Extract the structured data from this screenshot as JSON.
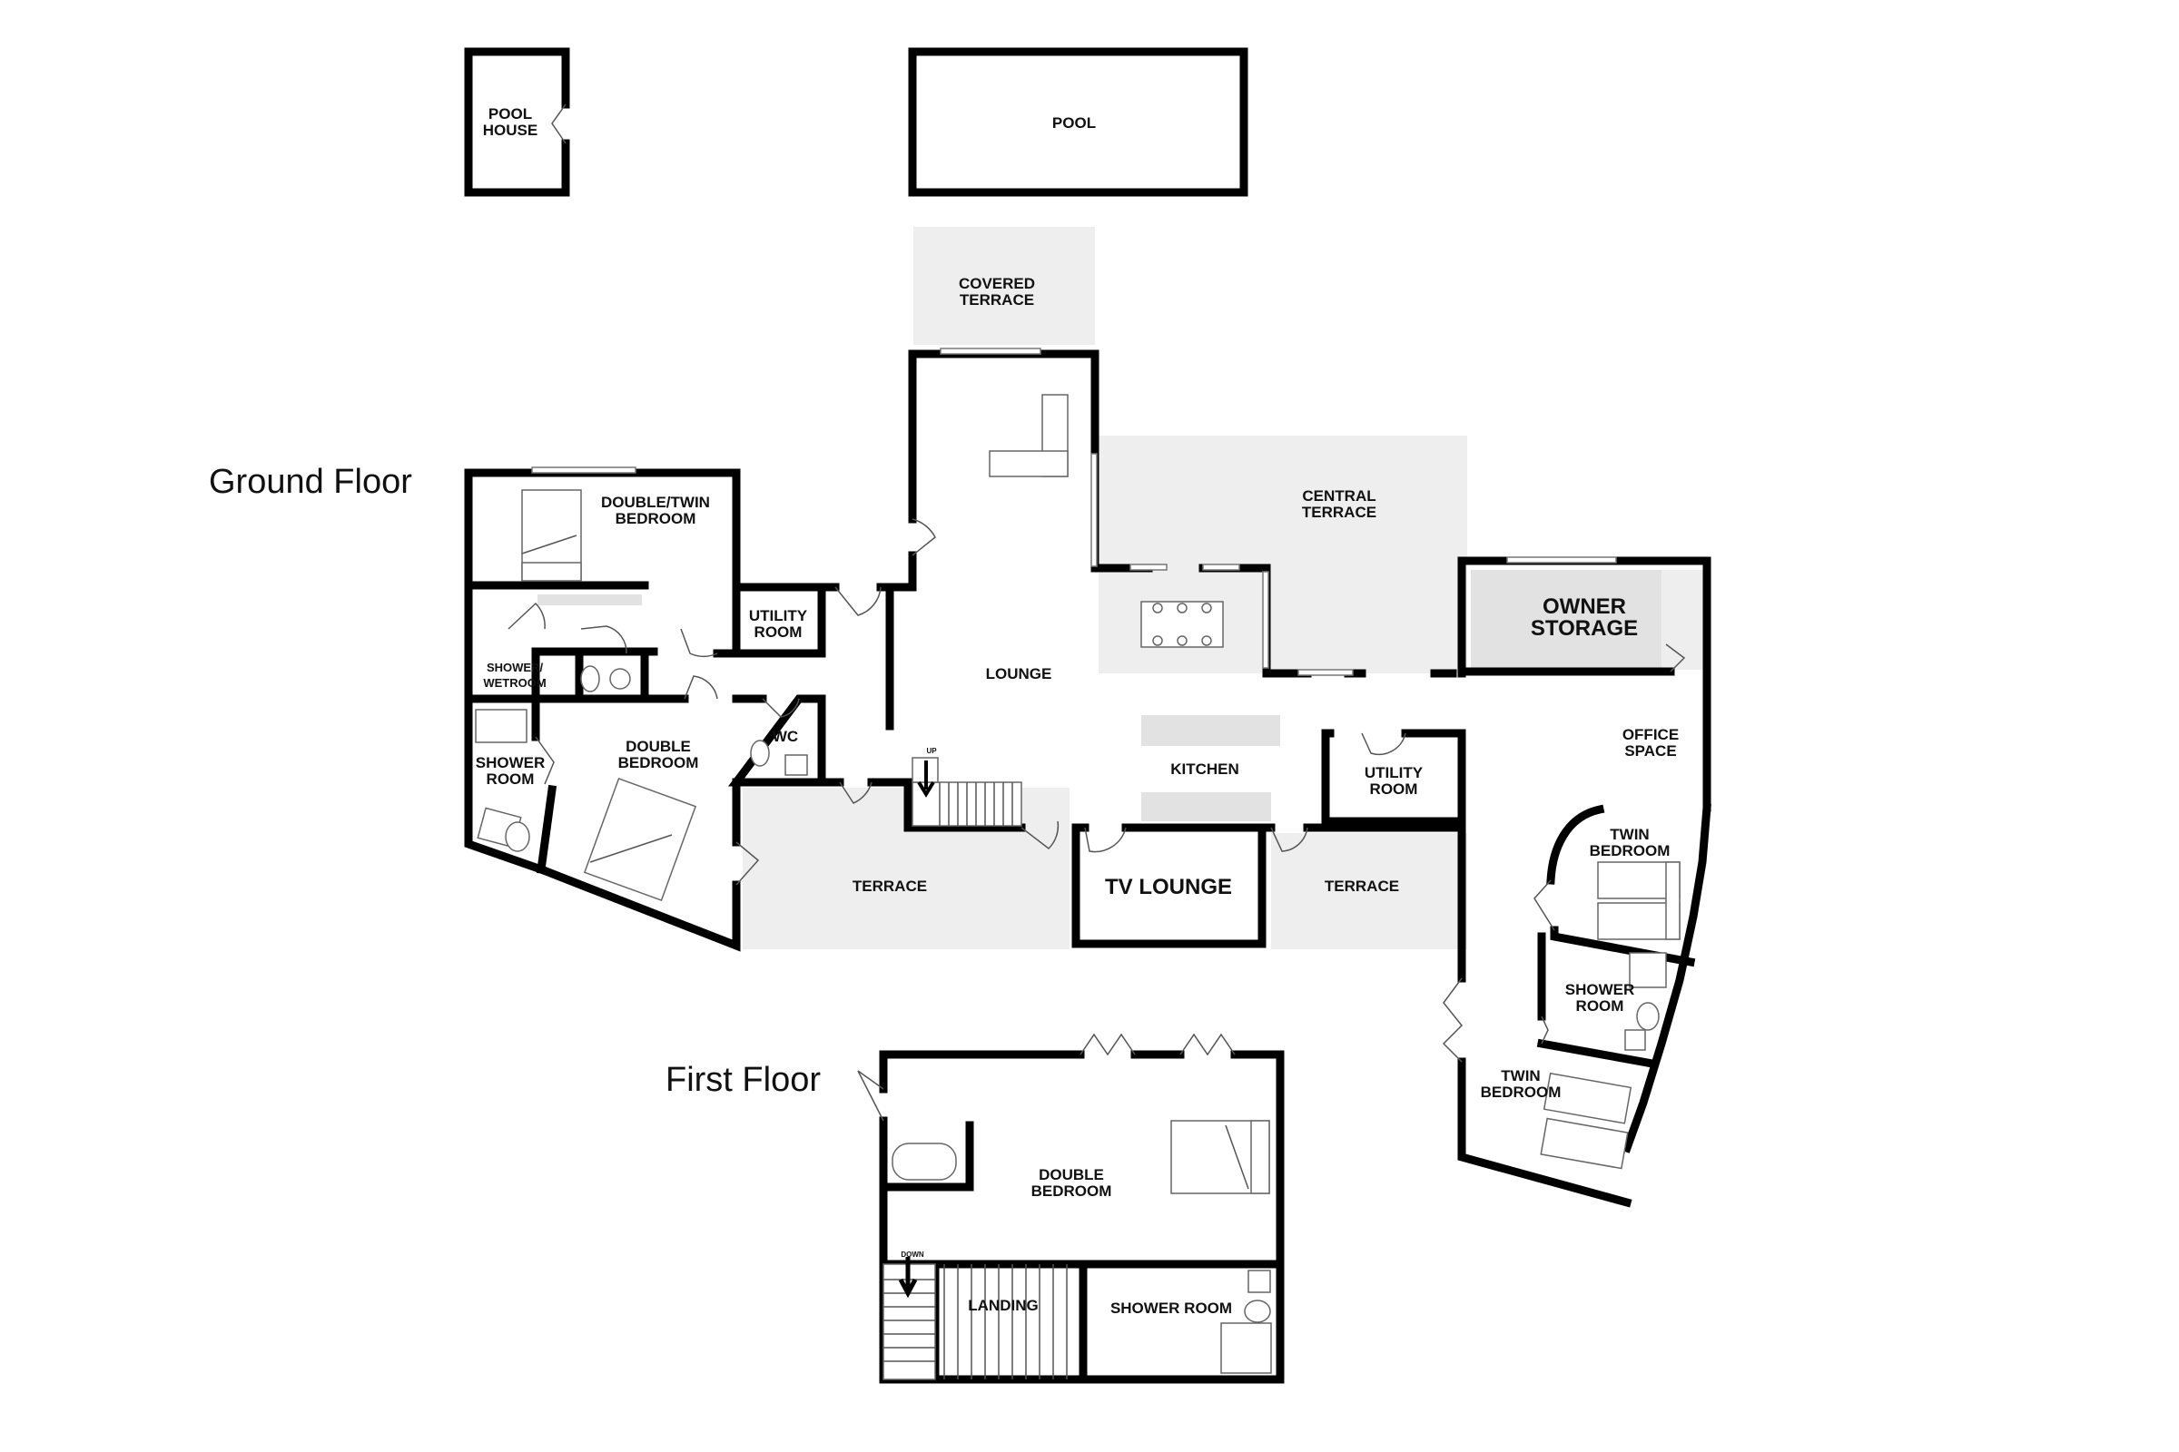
{
  "floors": {
    "ground": "Ground Floor",
    "first": "First Floor"
  },
  "rooms": {
    "pool_house": [
      "POOL",
      "HOUSE"
    ],
    "pool": "POOL",
    "covered_terrace": [
      "COVERED",
      "TERRACE"
    ],
    "central_terrace": [
      "CENTRAL",
      "TERRACE"
    ],
    "double_twin_bedroom": [
      "DOUBLE/TWIN",
      "BEDROOM"
    ],
    "utility_room_left": [
      "UTILITY",
      "ROOM"
    ],
    "shower_wetroom": [
      "SHOWER/",
      "WETROOM"
    ],
    "lounge": "LOUNGE",
    "owner_storage": [
      "OWNER",
      "STORAGE"
    ],
    "wc": "WC",
    "shower_room_left": [
      "SHOWER",
      "ROOM"
    ],
    "double_bedroom_ground": [
      "DOUBLE",
      "BEDROOM"
    ],
    "kitchen": "KITCHEN",
    "utility_room_right": [
      "UTILITY",
      "ROOM"
    ],
    "office_space": [
      "OFFICE",
      "SPACE"
    ],
    "twin_bedroom_1": [
      "TWIN",
      "BEDROOM"
    ],
    "terrace_left": "TERRACE",
    "tv_lounge": "TV LOUNGE",
    "terrace_right": "TERRACE",
    "shower_room_right": [
      "SHOWER",
      "ROOM"
    ],
    "twin_bedroom_2": [
      "TWIN",
      "BEDROOM"
    ],
    "double_bedroom_first": [
      "DOUBLE",
      "BEDROOM"
    ],
    "landing": "LANDING",
    "shower_room_first": "SHOWER ROOM"
  },
  "stairs": {
    "up": "UP",
    "down": "DOWN"
  }
}
